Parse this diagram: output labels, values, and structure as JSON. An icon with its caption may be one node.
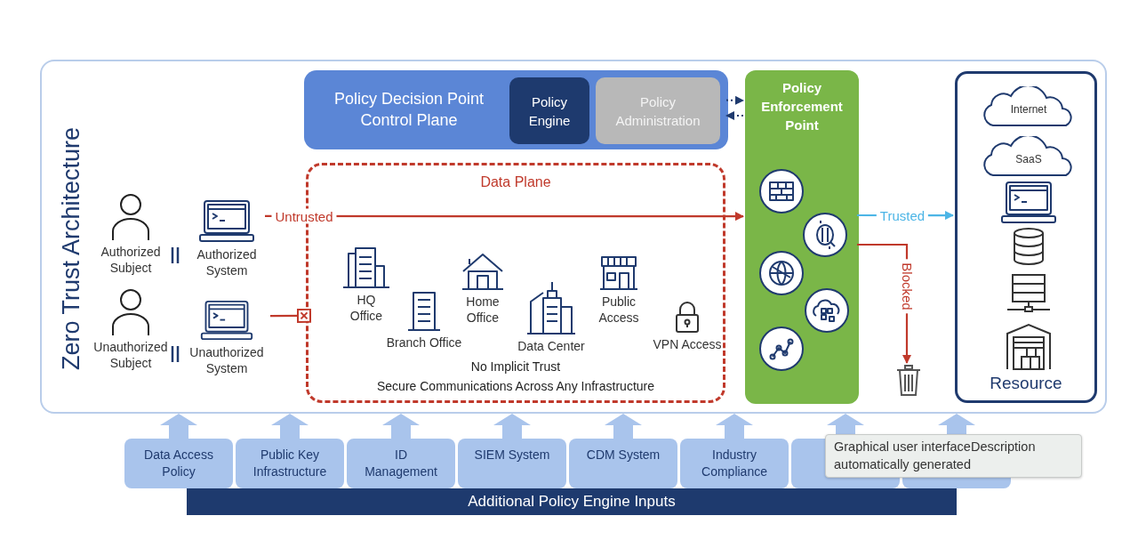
{
  "diagram": {
    "nodes": [
      {
        "text": [
          "Zero Trust Architecture"
        ]
      },
      {
        "text": [
          "Authorized Subject"
        ],
        "in": 0
      },
      {
        "text": [
          "Authorized System"
        ],
        "in": 0
      },
      {
        "text": [
          "Unauthorized Subject"
        ],
        "in": 0
      },
      {
        "text": [
          "Unauthorized System"
        ],
        "in": 0
      },
      {
        "text": [
          "Policy Decision Point Control Plane"
        ],
        "in": 0
      },
      {
        "text": [
          "Policy Engine"
        ],
        "in": 5
      },
      {
        "text": [
          "Policy Administration"
        ],
        "in": 5
      },
      {
        "text": [
          "Data Plane",
          "No Implicit Trust",
          "Secure Communications Across Any Infrastructure"
        ],
        "in": 0
      },
      {
        "text": [
          "HQ Office"
        ],
        "in": 8
      },
      {
        "text": [
          "Branch Office"
        ],
        "in": 8
      },
      {
        "text": [
          "Home Office"
        ],
        "in": 8
      },
      {
        "text": [
          "Data Center"
        ],
        "in": 8
      },
      {
        "text": [
          "Public Access"
        ],
        "in": 8
      },
      {
        "text": [
          "VPN Access"
        ],
        "in": 8
      },
      {
        "text": [
          "Policy Enforcement Point"
        ],
        "in": 0
      },
      {
        "text": [
          "Resource"
        ],
        "in": 0
      },
      {
        "text": [
          "Internet"
        ],
        "in": 16
      },
      {
        "text": [
          "SaaS"
        ],
        "in": 16
      },
      {
        "text": [],
        "shape": "bin",
        "in": 0
      },
      {
        "text": [
          "Data Access Policy"
        ]
      },
      {
        "text": [
          "Public Key Infrastructure"
        ]
      },
      {
        "text": [
          "ID Management"
        ]
      },
      {
        "text": [
          "SIEM System"
        ]
      },
      {
        "text": [
          "CDM System"
        ]
      },
      {
        "text": [
          "Industry Compliance"
        ]
      },
      {
        "text": [],
        "shape": "box"
      },
      {
        "text": [],
        "shape": "box"
      },
      {
        "text": [
          "Additional Policy Engine Inputs"
        ]
      }
    ],
    "edges": [
      {
        "from": 2,
        "to": 15,
        "arrow": "to",
        "label": "Untrusted",
        "color": "#c0392b"
      },
      {
        "from": 4,
        "to": 8,
        "arrow": "other",
        "color": "#c0392b"
      },
      {
        "from": 5,
        "to": 15,
        "arrow": "to",
        "style": "dashed",
        "color": "#1f3a6e"
      },
      {
        "from": 15,
        "to": 5,
        "arrow": "to",
        "style": "dashed",
        "color": "#1f3a6e"
      },
      {
        "from": 15,
        "to": 16,
        "arrow": "to",
        "label": "Trusted",
        "color": "#4cb5e6"
      },
      {
        "from": 15,
        "to": 19,
        "arrow": "to",
        "label": "Blocked",
        "color": "#c0392b"
      },
      {
        "from": 20,
        "to": 0,
        "arrow": "to",
        "style": "thick"
      },
      {
        "from": 21,
        "to": 0,
        "arrow": "to",
        "style": "thick"
      },
      {
        "from": 22,
        "to": 0,
        "arrow": "to",
        "style": "thick"
      },
      {
        "from": 23,
        "to": 0,
        "arrow": "to",
        "style": "thick"
      },
      {
        "from": 24,
        "to": 0,
        "arrow": "to",
        "style": "thick"
      },
      {
        "from": 25,
        "to": 0,
        "arrow": "to",
        "style": "thick"
      },
      {
        "from": 26,
        "to": 0,
        "arrow": "to",
        "style": "thick"
      },
      {
        "from": 27,
        "to": 0,
        "arrow": "to",
        "style": "thick"
      }
    ],
    "labels": [
      "Graphical user interfaceDescription automatically generated"
    ]
  }
}
